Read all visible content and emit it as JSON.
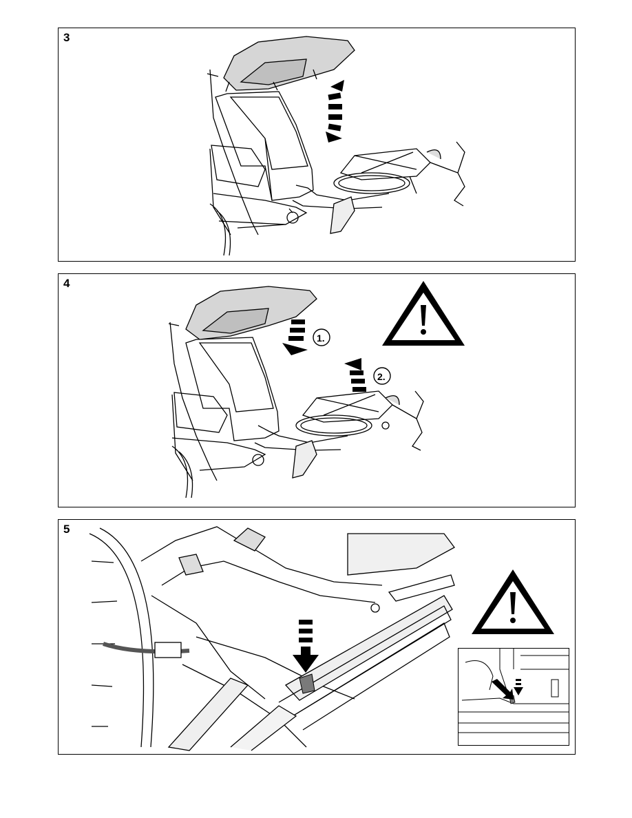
{
  "steps": [
    {
      "number": "3"
    },
    {
      "number": "4",
      "callouts": [
        "1.",
        "2."
      ]
    },
    {
      "number": "5"
    }
  ],
  "icons": {
    "warning": "warning-triangle-icon",
    "arrow": "arrow-icon"
  },
  "colors": {
    "ink": "#000000",
    "glass": "#c8c8c8",
    "lever": "#7a7a7a"
  }
}
